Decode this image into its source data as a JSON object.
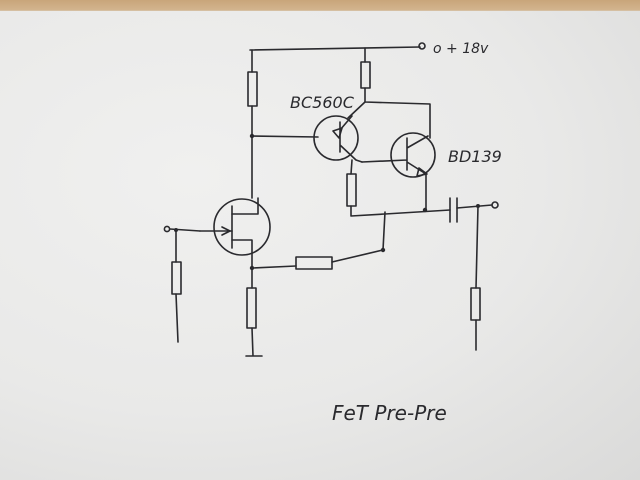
{
  "labels": {
    "supply": "o + 18v",
    "pnp_transistor": "BC560C",
    "npn_transistor": "BD139",
    "caption": "FeT Pre-Pre"
  },
  "colors": {
    "ink": "#2a2a2e",
    "paper": "#ebebea",
    "table": "#c9a77c"
  }
}
